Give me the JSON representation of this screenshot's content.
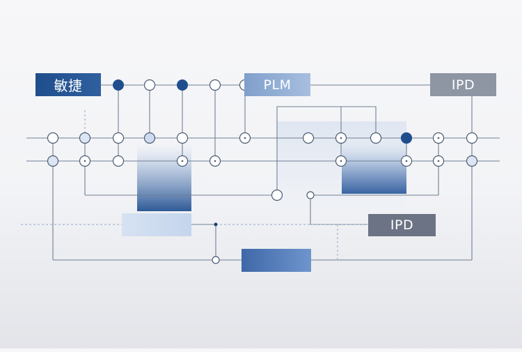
{
  "labels": {
    "agile": "敏捷",
    "plm": "PLM",
    "ipd_top": "IPD",
    "ipd_bottom": "IPD"
  },
  "colors": {
    "dark_blue": "#1f4e8c",
    "mid_blue": "#6e95cc",
    "light_blue": "#c4d5ec",
    "slate": "#6b7384",
    "line": "#6f7f93"
  }
}
